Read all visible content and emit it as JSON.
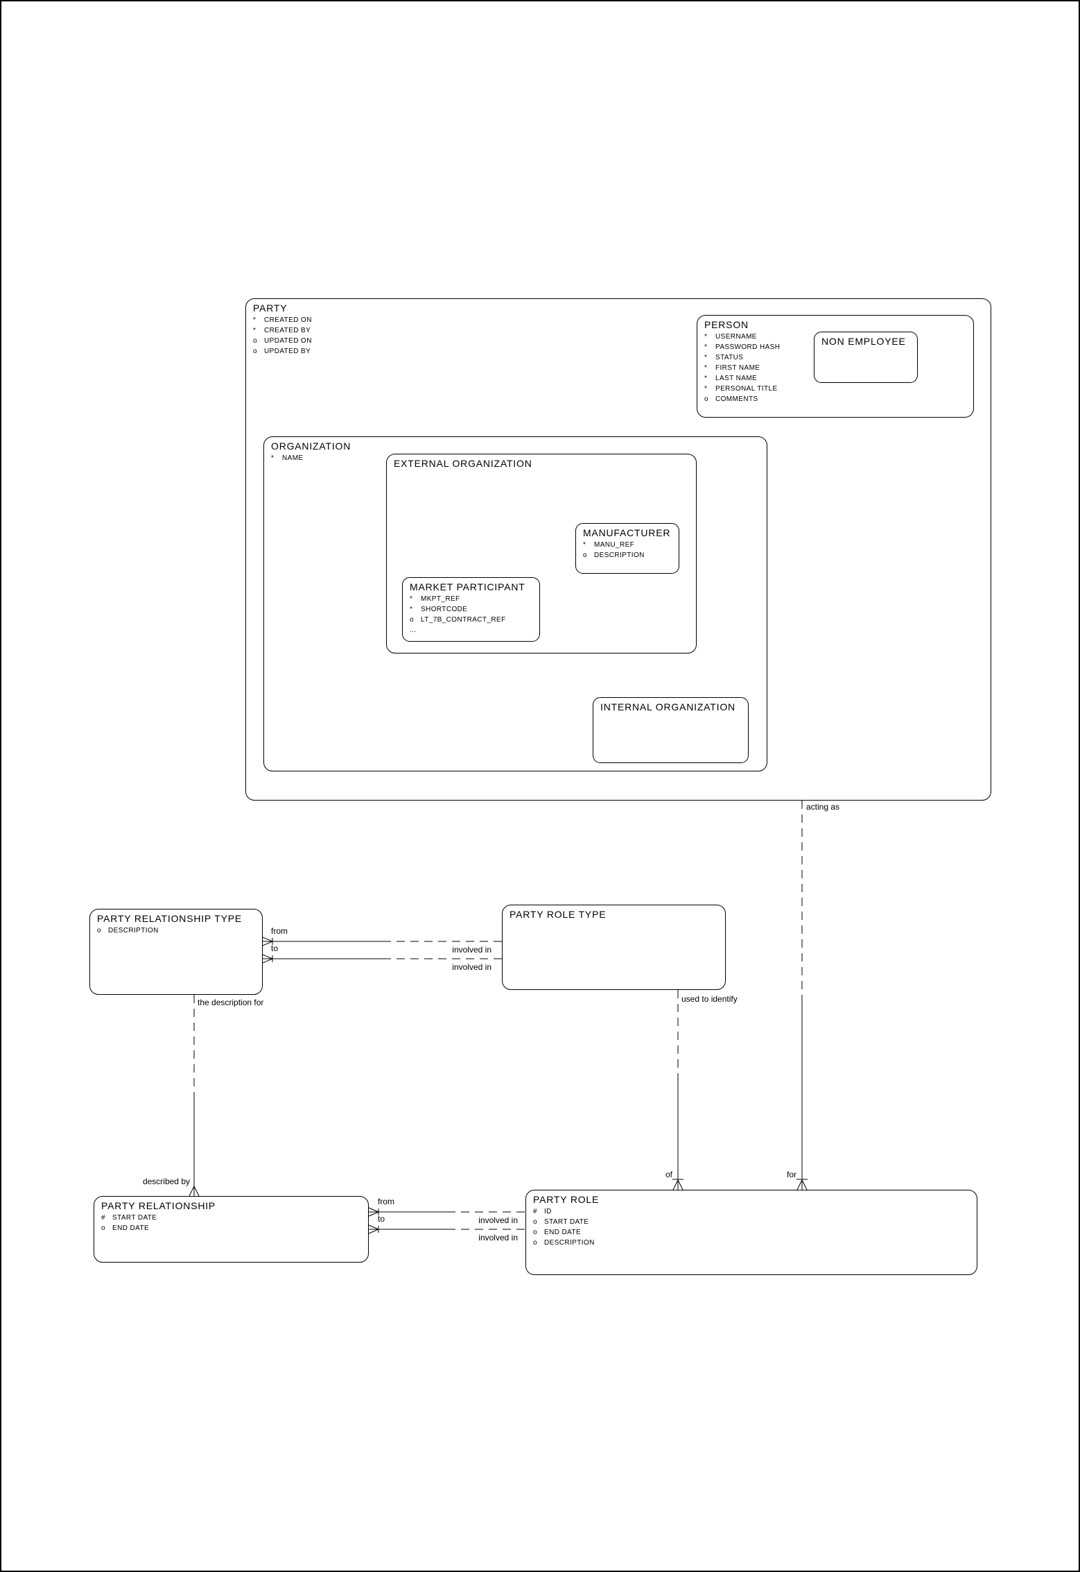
{
  "colors": {
    "line": "#000000",
    "background": "#ffffff"
  },
  "entities": {
    "party": {
      "title": "PARTY",
      "attrs": [
        {
          "p": "*",
          "n": "CREATED ON"
        },
        {
          "p": "*",
          "n": "CREATED BY"
        },
        {
          "p": "o",
          "n": "UPDATED ON"
        },
        {
          "p": "o",
          "n": "UPDATED BY"
        }
      ]
    },
    "person": {
      "title": "PERSON",
      "attrs": [
        {
          "p": "*",
          "n": "USERNAME"
        },
        {
          "p": "*",
          "n": "PASSWORD HASH"
        },
        {
          "p": "*",
          "n": "STATUS"
        },
        {
          "p": "*",
          "n": "FIRST NAME"
        },
        {
          "p": "*",
          "n": "LAST NAME"
        },
        {
          "p": "*",
          "n": "PERSONAL TITLE"
        },
        {
          "p": "o",
          "n": "COMMENTS"
        }
      ]
    },
    "non_employee": {
      "title": "NON EMPLOYEE",
      "attrs": []
    },
    "organization": {
      "title": "ORGANIZATION",
      "attrs": [
        {
          "p": "*",
          "n": "NAME"
        }
      ]
    },
    "external_organization": {
      "title": "EXTERNAL ORGANIZATION",
      "attrs": []
    },
    "manufacturer": {
      "title": "MANUFACTURER",
      "attrs": [
        {
          "p": "*",
          "n": "MANU_REF"
        },
        {
          "p": "o",
          "n": "DESCRIPTION"
        }
      ]
    },
    "market_participant": {
      "title": "MARKET PARTICIPANT",
      "attrs": [
        {
          "p": "*",
          "n": "MKPT_REF"
        },
        {
          "p": "*",
          "n": "SHORTCODE"
        },
        {
          "p": "o",
          "n": "LT_7B_CONTRACT_REF"
        },
        {
          "p": "...",
          "n": ""
        }
      ]
    },
    "internal_organization": {
      "title": "INTERNAL ORGANIZATION",
      "attrs": []
    },
    "party_relationship_type": {
      "title": "PARTY RELATIONSHIP TYPE",
      "attrs": [
        {
          "p": "o",
          "n": "DESCRIPTION"
        }
      ]
    },
    "party_role_type": {
      "title": "PARTY ROLE TYPE",
      "attrs": []
    },
    "party_relationship": {
      "title": "PARTY RELATIONSHIP",
      "attrs": [
        {
          "p": "#",
          "n": "START DATE"
        },
        {
          "p": "o",
          "n": "END DATE"
        }
      ]
    },
    "party_role": {
      "title": "PARTY ROLE",
      "attrs": [
        {
          "p": "#",
          "n": "ID"
        },
        {
          "p": "o",
          "n": "START DATE"
        },
        {
          "p": "o",
          "n": "END DATE"
        },
        {
          "p": "o",
          "n": "DESCRIPTION"
        }
      ]
    }
  },
  "labels": {
    "acting_as": "acting as",
    "for": "for",
    "used_to_identify": "used to identify",
    "of": "of",
    "the_description_for": "the description for",
    "described_by": "described by",
    "from": "from",
    "to": "to",
    "involved_in": "involved in"
  }
}
